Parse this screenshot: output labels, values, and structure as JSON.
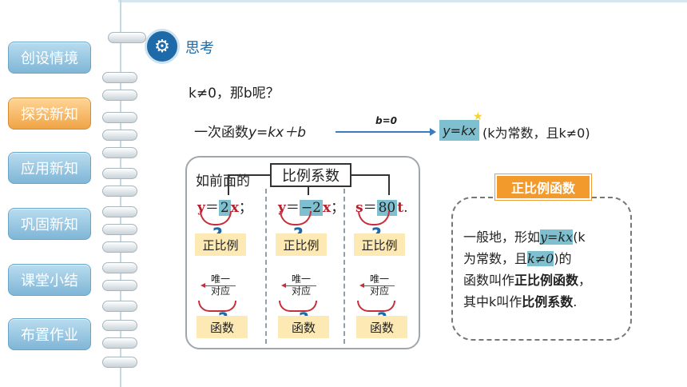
{
  "sidebar": {
    "items": [
      {
        "label": "创设情境",
        "active": false
      },
      {
        "label": "探究新知",
        "active": true
      },
      {
        "label": "应用新知",
        "active": false
      },
      {
        "label": "巩固新知",
        "active": false
      },
      {
        "label": "课堂小结",
        "active": false
      },
      {
        "label": "布置作业",
        "active": false
      }
    ]
  },
  "header": {
    "title": "思考",
    "icon": "head-gear-icon"
  },
  "question": {
    "text": "k≠0，那b呢？"
  },
  "function_line": {
    "prefix": "一次函数",
    "formula": "y=kx＋b"
  },
  "arrow": {
    "label": "b=0"
  },
  "result": {
    "formula": "y=kx",
    "suffix": "(k为常数，且k≠0)"
  },
  "examples": {
    "prefix": "如前面的",
    "coef_label": "比例系数",
    "equations": [
      {
        "lhs": "y",
        "eq": "＝",
        "coef": "2",
        "var": "x",
        "sep": "；"
      },
      {
        "lhs": "y",
        "eq": "＝",
        "coef": "−2",
        "var": "x",
        "sep": "；"
      },
      {
        "lhs": "s",
        "eq": "＝",
        "coef": "80",
        "var": "t",
        "sep": "."
      }
    ],
    "tag_top": "正比例",
    "unique_l1": "唯一",
    "unique_l2": "对应",
    "tag_bottom": "函数"
  },
  "definition": {
    "title": "正比例函数",
    "part1": "一般地，形如",
    "formula": "y=kx",
    "part2": "(k",
    "part3": "为常数，且",
    "cond": "k≠0",
    "part4": ")的",
    "part5": "函数叫作",
    "term1": "正比例函数",
    "part6": "，",
    "part7": "其中k叫作",
    "term2": "比例系数",
    "part8": "."
  },
  "colors": {
    "accent": "#1e6aa8",
    "active_nav": "#f0a446",
    "highlight": "#7fc0d0",
    "tag_bg": "#fde9b3",
    "def_title": "#f39a2c"
  }
}
